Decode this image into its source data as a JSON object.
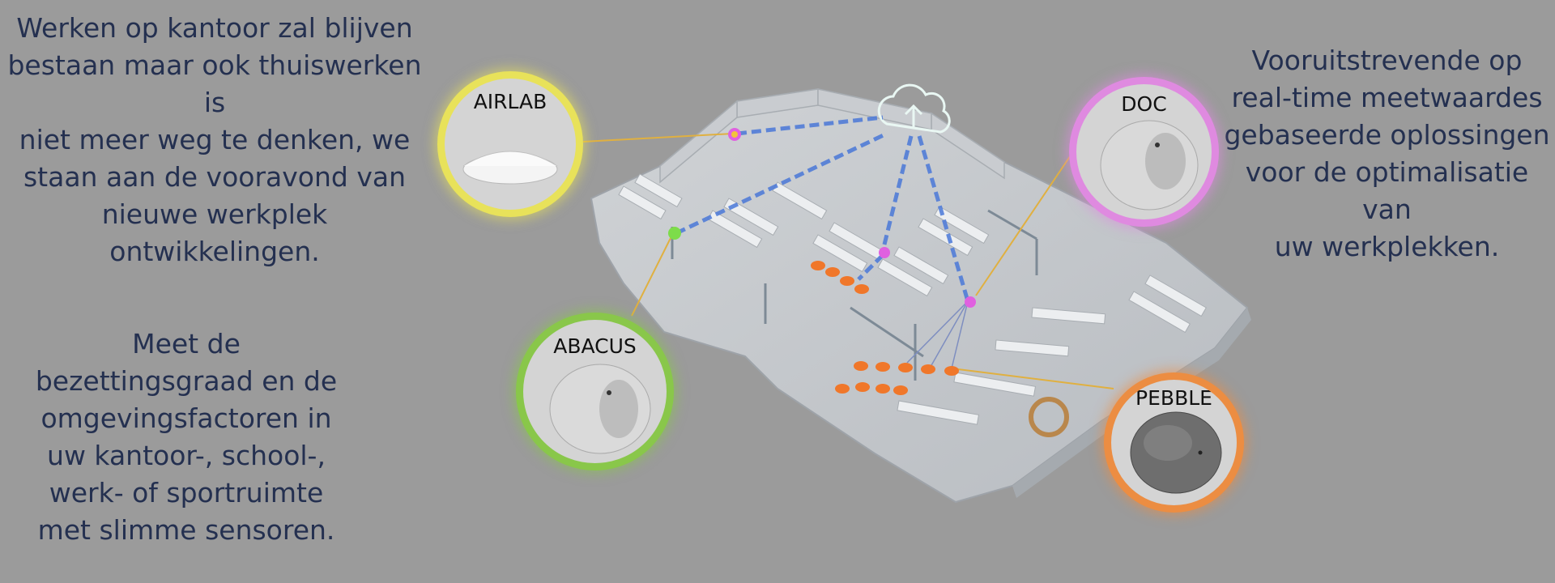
{
  "texts": {
    "top_left": [
      "Werken op kantoor zal blijven",
      "bestaan maar ook thuiswerken is",
      "niet meer weg te denken, we",
      "staan aan de vooravond van",
      "nieuwe werkplek",
      "ontwikkelingen."
    ],
    "top_right": [
      "Vooruitstrevende op",
      "real-time meetwaardes",
      "gebaseerde oplossingen",
      "voor de optimalisatie van",
      "uw werkplekken."
    ],
    "bottom_left": [
      "Meet de",
      "bezettingsgraad en de",
      "omgevingsfactoren in",
      "uw kantoor-, school-,",
      "werk- of sportruimte",
      "met slimme sensoren."
    ]
  },
  "devices": {
    "airlab": {
      "label": "AIRLAB",
      "color": "#e8e25a"
    },
    "doc": {
      "label": "DOC",
      "color": "#df8ae0"
    },
    "abacus": {
      "label": "ABACUS",
      "color": "#89c74a"
    },
    "pebble": {
      "label": "PEBBLE",
      "color": "#ec8d42"
    }
  },
  "colors": {
    "background": "#9b9b9b",
    "text": "#243050",
    "link": "#4a78d8",
    "sensor": "#f0772a",
    "gateway": "#e060e0",
    "floor": "#c2c6ca"
  },
  "icons": {
    "cloud": "cloud-upload-icon"
  }
}
